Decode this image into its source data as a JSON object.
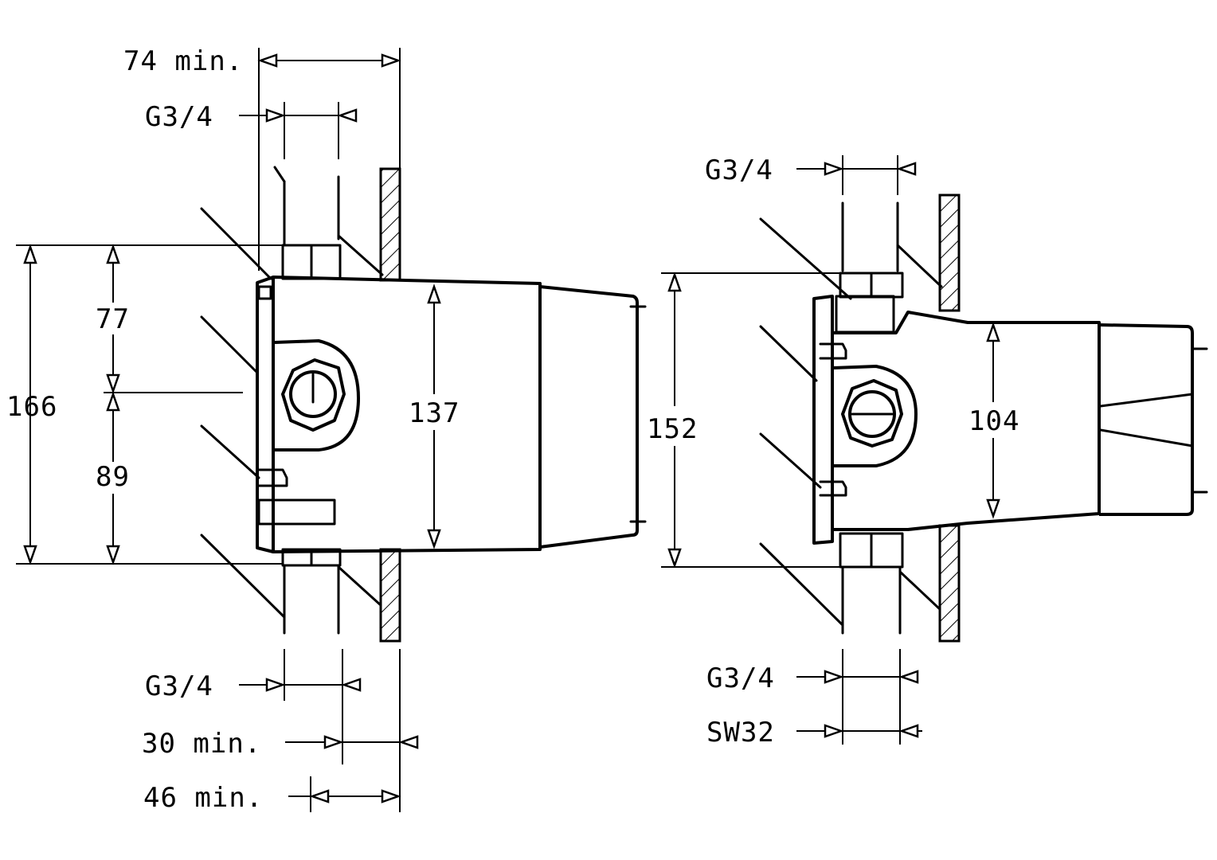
{
  "left_view": {
    "dims": {
      "top_width": "74 min.",
      "top_thread": "G3/4",
      "height_total": "166",
      "height_upper": "77",
      "height_lower": "89",
      "body_height": "137",
      "bottom_thread": "G3/4",
      "depth_a": "30 min.",
      "depth_b": "46 min."
    }
  },
  "right_view": {
    "dims": {
      "top_thread": "G3/4",
      "height_total": "152",
      "body_height": "104",
      "bottom_thread": "G3/4",
      "wrench_size": "SW32"
    }
  }
}
